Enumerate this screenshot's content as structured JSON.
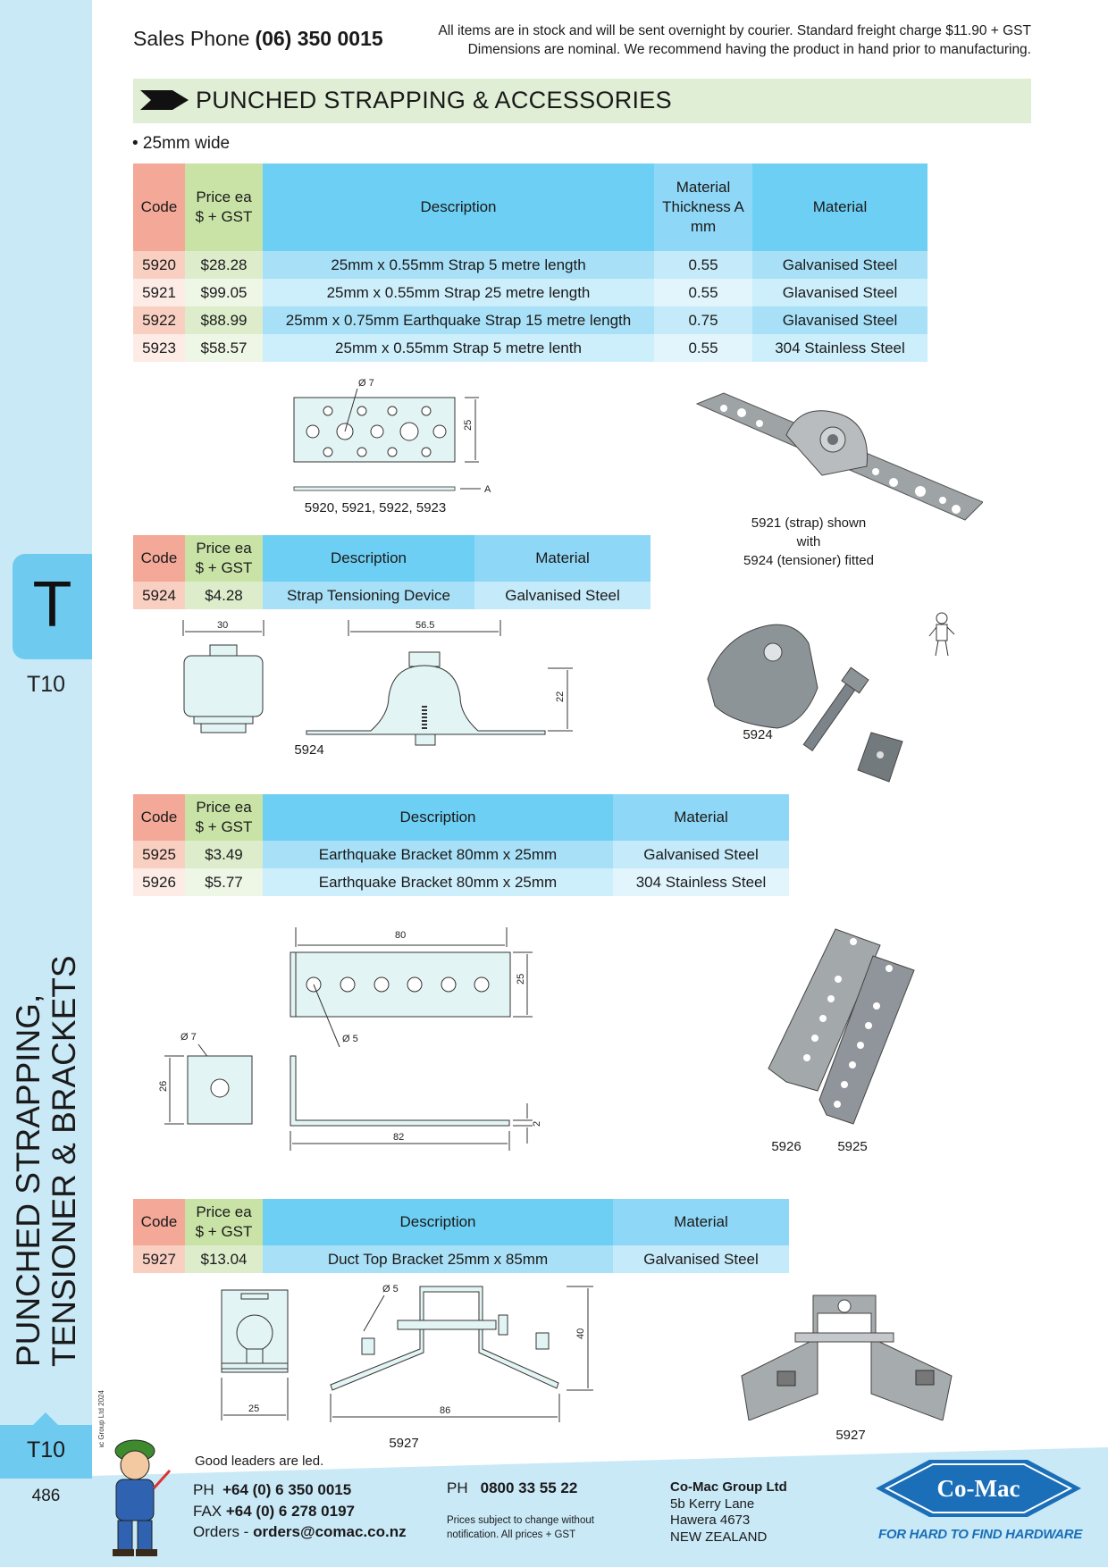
{
  "header": {
    "sales_label": "Sales Phone",
    "sales_phone": "(06) 350 0015",
    "notice_line1": "All items are in stock and will be sent overnight by courier. Standard freight charge $11.90 + GST",
    "notice_line2": "Dimensions are nominal. We recommend having the product in hand prior to manufacturing."
  },
  "section": {
    "title": "PUNCHED STRAPPING & ACCESSORIES",
    "bullet": "• 25mm wide"
  },
  "table1": {
    "headers": {
      "code": "Code",
      "price": "Price ea $ + GST",
      "description": "Description",
      "thickness": "Material Thickness A mm",
      "material": "Material"
    },
    "rows": [
      {
        "code": "5920",
        "price": "$28.28",
        "description": "25mm x 0.55mm Strap 5 metre length",
        "thickness": "0.55",
        "material": "Galvanised Steel"
      },
      {
        "code": "5921",
        "price": "$99.05",
        "description": "25mm x 0.55mm  Strap 25 metre length",
        "thickness": "0.55",
        "material": "Glavanised Steel"
      },
      {
        "code": "5922",
        "price": "$88.99",
        "description": "25mm x 0.75mm Earthquake Strap 15 metre length",
        "thickness": "0.75",
        "material": "Glavanised Steel"
      },
      {
        "code": "5923",
        "price": "$58.57",
        "description": "25mm x 0.55mm Strap 5 metre lenth",
        "thickness": "0.55",
        "material": "304 Stainless Steel"
      }
    ]
  },
  "figure1": {
    "dim_hole": "Ø 7",
    "dim_width": "25",
    "dim_a": "A",
    "caption": "5920, 5921, 5922, 5923",
    "photo_caption": [
      "5921 (strap) shown",
      "with",
      "5924 (tensioner) fitted"
    ]
  },
  "table2": {
    "headers": {
      "code": "Code",
      "price": "Price ea $ + GST",
      "description": "Description",
      "material": "Material"
    },
    "rows": [
      {
        "code": "5924",
        "price": "$4.28",
        "description": "Strap Tensioning Device",
        "material": "Galvanised Steel"
      }
    ]
  },
  "figure2": {
    "dim_a": "30",
    "dim_b": "56.5",
    "dim_c": "22",
    "caption": "5924",
    "photo_caption": "5924"
  },
  "table3": {
    "headers": {
      "code": "Code",
      "price": "Price ea $ + GST",
      "description": "Description",
      "material": "Material"
    },
    "rows": [
      {
        "code": "5925",
        "price": "$3.49",
        "description": "Earthquake Bracket 80mm x 25mm",
        "material": "Galvanised Steel"
      },
      {
        "code": "5926",
        "price": "$5.77",
        "description": "Earthquake Bracket 80mm x 25mm",
        "material": "304 Stainless Steel"
      }
    ]
  },
  "figure3": {
    "dim_len": "80",
    "dim_w": "25",
    "dim_hole_small": "Ø 5",
    "dim_hole_big": "Ø 7",
    "dim_side": "26",
    "dim_base": "82",
    "dim_thk": "2",
    "photo_caption_a": "5926",
    "photo_caption_b": "5925"
  },
  "table4": {
    "headers": {
      "code": "Code",
      "price": "Price ea $ + GST",
      "description": "Description",
      "material": "Material"
    },
    "rows": [
      {
        "code": "5927",
        "price": "$13.04",
        "description": "Duct Top Bracket 25mm x 85mm",
        "material": "Galvanised Steel"
      }
    ]
  },
  "figure4": {
    "dim_w": "25",
    "dim_hole": "Ø 5",
    "dim_h": "40",
    "dim_len": "86",
    "caption": "5927",
    "photo_caption": "5927"
  },
  "sidebar": {
    "tab_letter": "T",
    "tab_code": "T10",
    "title_line1": "PUNCHED STRAPPING,",
    "title_line2": "TENSIONER & BRACKETS",
    "copyright": "© Co-Mac Group Ltd 2024",
    "bottom_code": "T10",
    "page_number": "486"
  },
  "footer": {
    "motto": "Good leaders are led.",
    "ph_label": "PH",
    "ph_number": "+64 (0) 6 350 0015",
    "fax_label": "FAX",
    "fax_number": "+64 (0) 6 278 0197",
    "orders_label": "Orders -",
    "orders_email": "orders@comac.co.nz",
    "ph2_label": "PH",
    "ph2_number": "0800 33 55 22",
    "note_line1": "Prices subject to change without",
    "note_line2": "notification. All prices + GST",
    "company": "Co-Mac Group Ltd",
    "addr1": "5b Kerry Lane",
    "addr2": "Hawera 4673",
    "addr3": "NEW ZEALAND",
    "logo_text": "Co-Mac",
    "tagline": "FOR HARD TO FIND HARDWARE"
  },
  "colors": {
    "sidebar": "#c9e9f7",
    "tab": "#6fcaf0",
    "banner": "#dfeed4",
    "code_head": "#f4a898",
    "price_head": "#c9e3a7",
    "desc_head": "#6ecff4",
    "logo": "#1a6fb8"
  }
}
